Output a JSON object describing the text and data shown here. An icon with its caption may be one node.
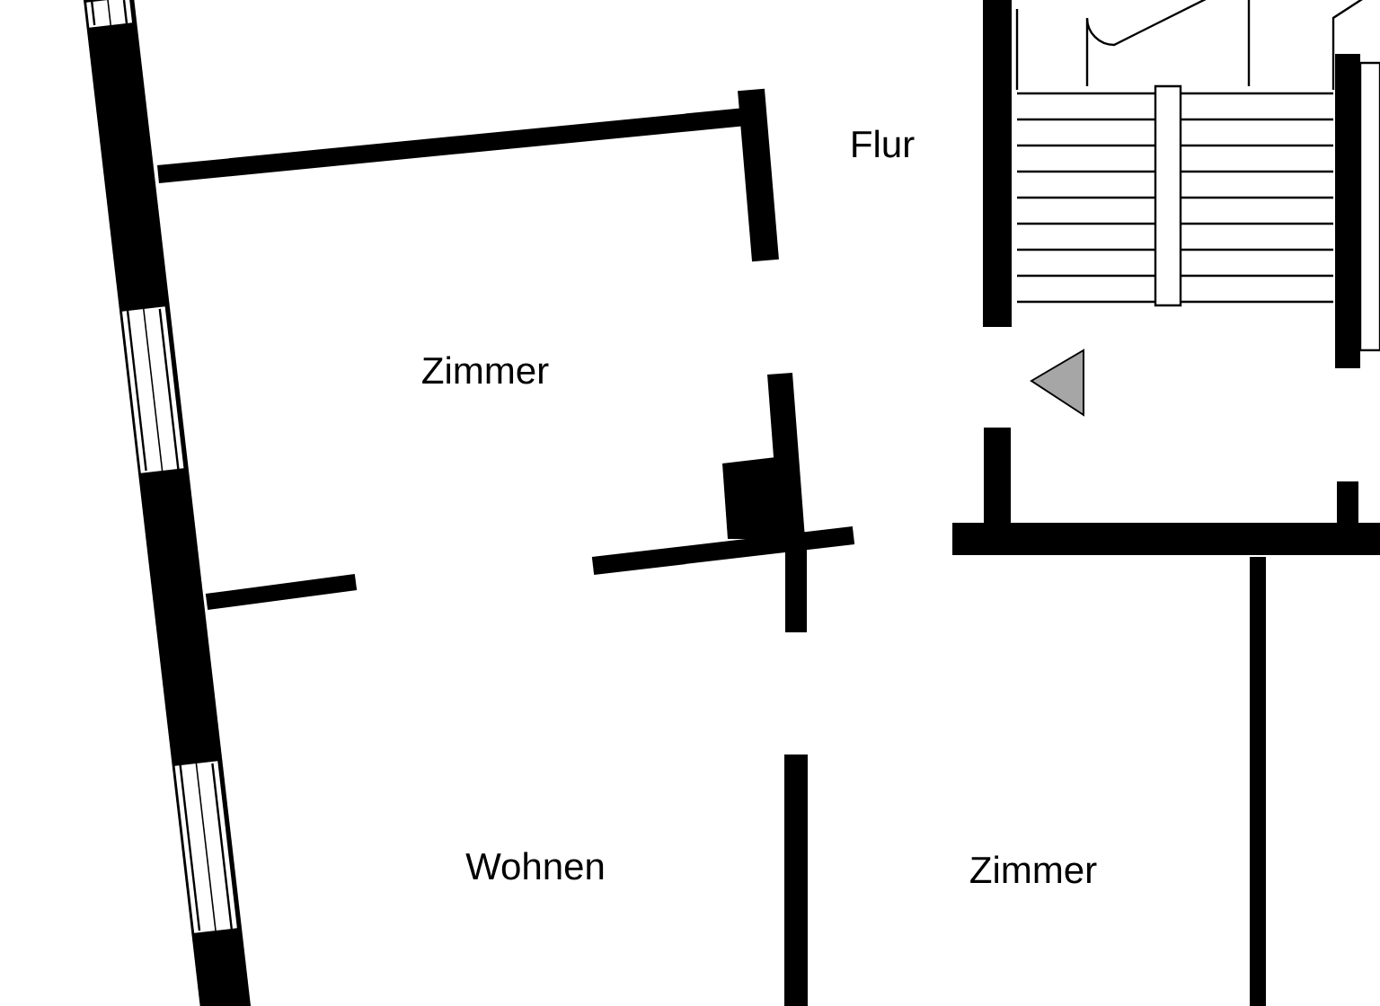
{
  "diagram": {
    "labels": [
      "Flur",
      "Zimmer",
      "Wohnen",
      "Zimmer"
    ]
  }
}
